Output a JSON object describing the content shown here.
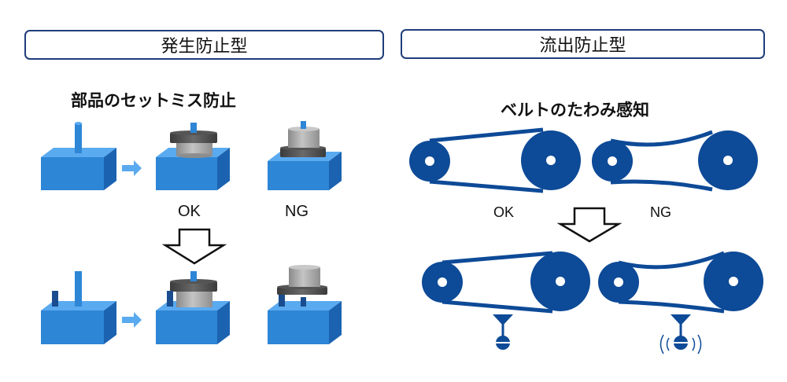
{
  "left": {
    "header": "発生防止型",
    "subtitle": "部品のセットミス防止",
    "ok_label": "OK",
    "ng_label": "NG"
  },
  "right": {
    "header": "流出防止型",
    "subtitle": "ベルトのたわみ感知",
    "ok_label": "OK",
    "ng_label": "NG"
  },
  "colors": {
    "block_front": "#2e86d6",
    "block_top": "#5aaaf0",
    "block_side": "#1b63b0",
    "pin": "#2e86d6",
    "dark_pin": "#1a4d8f",
    "pulley": "#0d4a97",
    "ring_dark": "#4a4a4a",
    "cylinder": "#a8a8a8",
    "border": "#1f3d7a",
    "small_arrow": "#5aaaf0"
  }
}
